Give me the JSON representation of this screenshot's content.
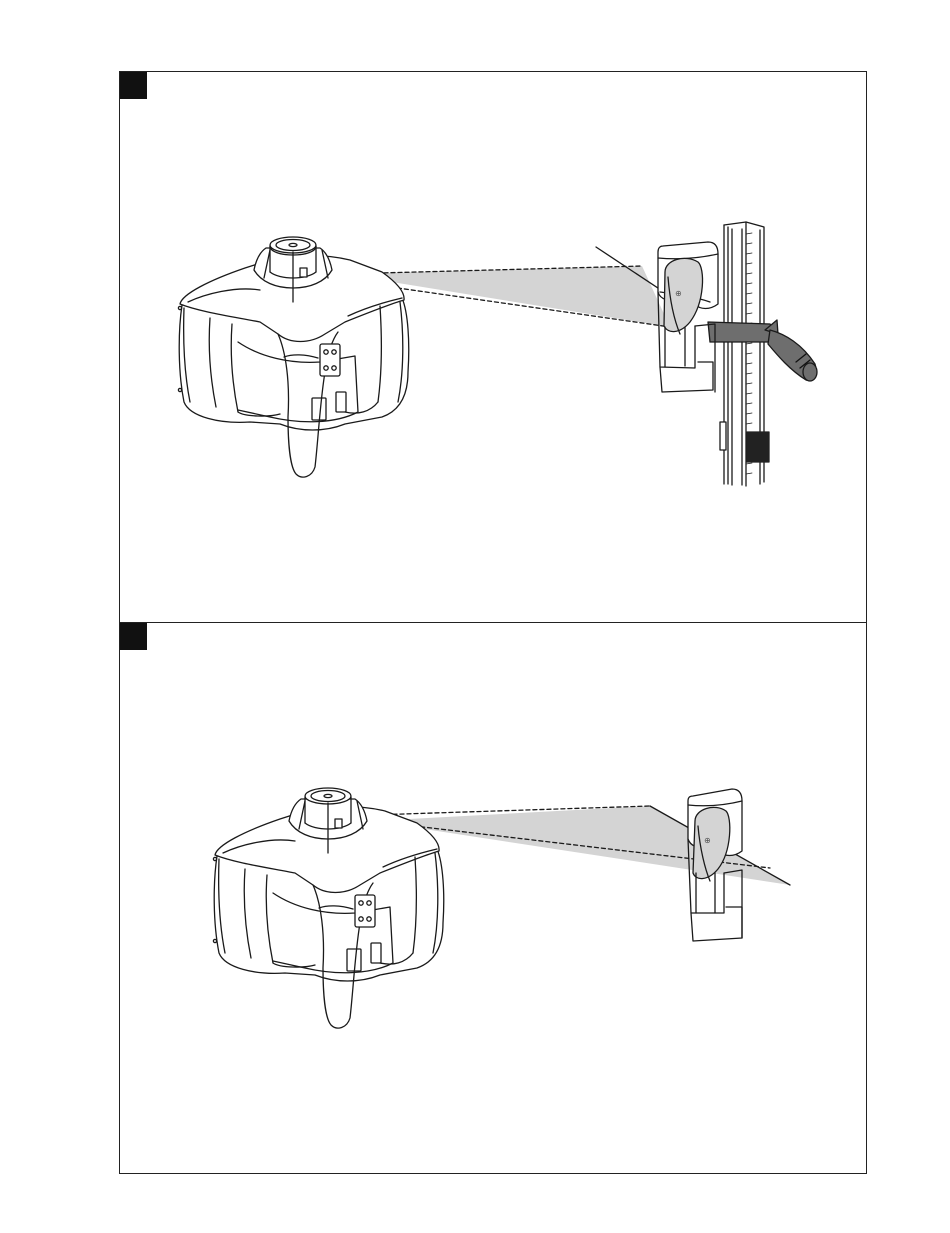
{
  "figures": [
    {
      "id": "top",
      "marker_color": "#111111",
      "elements": [
        "rotating-laser",
        "laser-receiver",
        "receiver-holder",
        "leveling-staff",
        "laser-beam"
      ]
    },
    {
      "id": "bottom",
      "marker_color": "#111111",
      "elements": [
        "rotating-laser",
        "laser-receiver",
        "laser-beam"
      ]
    }
  ],
  "colors": {
    "line": "#1a1a1a",
    "beam_fill": "#d4d4d4",
    "grip_fill": "#6e6e6e",
    "device_fill": "#ffffff",
    "staff_band": "#222222"
  }
}
